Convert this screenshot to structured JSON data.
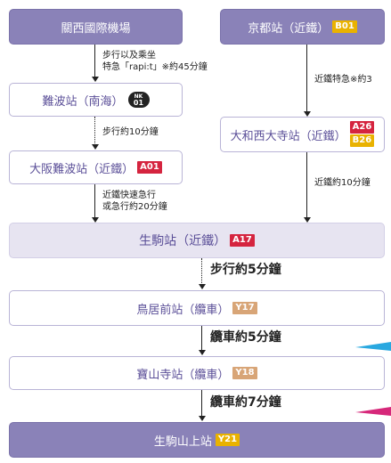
{
  "stations": {
    "kix": {
      "name": "關西國際機場"
    },
    "kyoto": {
      "name": "京都站（近鐵）",
      "badge": "B01"
    },
    "namba_nankai": {
      "name": "難波站（南海）",
      "nk_top": "NK",
      "nk_num": "01"
    },
    "yamato": {
      "name": "大和西大寺站（近鐵）",
      "badge1": "A26",
      "badge2": "B26"
    },
    "osaka_namba": {
      "name": "大阪難波站（近鐵）",
      "badge": "A01"
    },
    "ikoma": {
      "name": "生駒站（近鐵）",
      "badge": "A17"
    },
    "toriimae": {
      "name": "鳥居前站（纜車）",
      "badge": "Y17"
    },
    "hozanji": {
      "name": "寶山寺站（纜車）",
      "badge": "Y18"
    },
    "sanjo": {
      "name": "生駒山上站",
      "badge": "Y21"
    }
  },
  "steps": {
    "kix_to_namba_1": "步行以及乘坐",
    "kix_to_namba_2": "特急「rapi:t」※約45分鐘",
    "namba_walk": "步行約10分鐘",
    "osaka_to_ikoma_1": "近鐵快速急行",
    "osaka_to_ikoma_2": "或急行約20分鐘",
    "kyoto_to_yamato": "近鐵特急※約3",
    "yamato_to_ikoma": "近鐵約10分鐘",
    "ikoma_walk": "步行約5分鐘",
    "cable_1": "纜車約5分鐘",
    "cable_2": "纜車約7分鐘"
  },
  "colors": {
    "dark_box": "#8a82b8",
    "light_border": "#b9b4d6",
    "badge_red": "#d5243f",
    "badge_yellow": "#e9b200",
    "badge_tan": "#d8a577",
    "accent_blue": "#29a8e0",
    "accent_pink": "#d6287a"
  }
}
